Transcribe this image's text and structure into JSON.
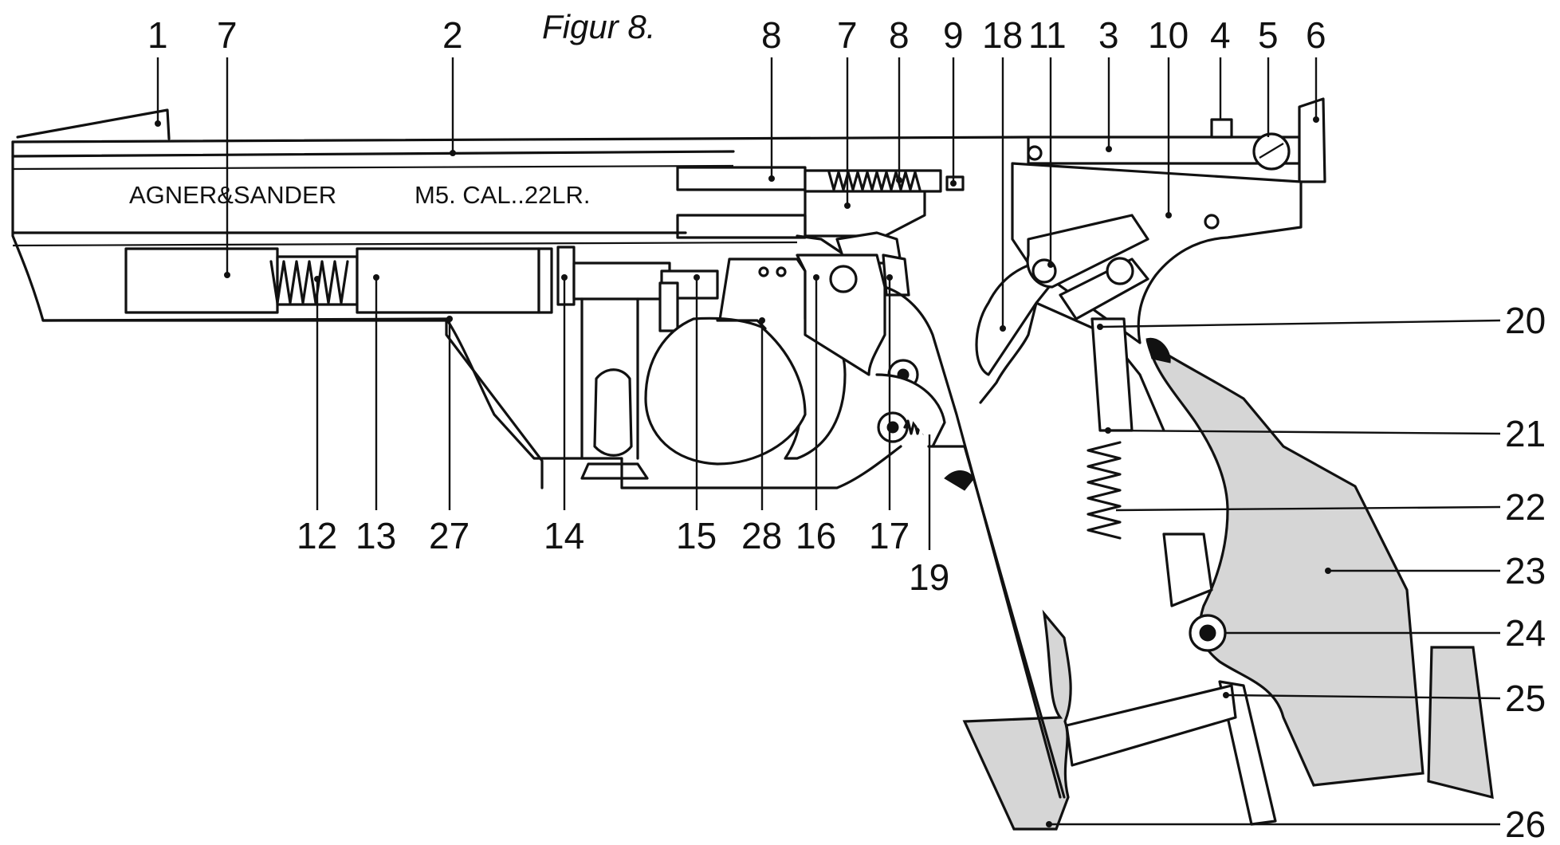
{
  "figure": {
    "title": "Figur  8.",
    "engraving_brand": "AGNER&SANDER",
    "engraving_model": "M5.  CAL..22LR."
  },
  "top_labels": [
    {
      "id": "t1",
      "text": "1"
    },
    {
      "id": "t7a",
      "text": "7"
    },
    {
      "id": "t2",
      "text": "2"
    },
    {
      "id": "t8a",
      "text": "8"
    },
    {
      "id": "t7b",
      "text": "7"
    },
    {
      "id": "t8b",
      "text": "8"
    },
    {
      "id": "t9",
      "text": "9"
    },
    {
      "id": "t18",
      "text": "18"
    },
    {
      "id": "t11",
      "text": "11"
    },
    {
      "id": "t3",
      "text": "3"
    },
    {
      "id": "t10",
      "text": "10"
    },
    {
      "id": "t4",
      "text": "4"
    },
    {
      "id": "t5",
      "text": "5"
    },
    {
      "id": "t6",
      "text": "6"
    }
  ],
  "bottom_labels": [
    {
      "id": "b12",
      "text": "12"
    },
    {
      "id": "b13",
      "text": "13"
    },
    {
      "id": "b27",
      "text": "27"
    },
    {
      "id": "b14",
      "text": "14"
    },
    {
      "id": "b15",
      "text": "15"
    },
    {
      "id": "b28",
      "text": "28"
    },
    {
      "id": "b16",
      "text": "16"
    },
    {
      "id": "b17",
      "text": "17"
    },
    {
      "id": "b19",
      "text": "19"
    }
  ],
  "right_labels": [
    {
      "id": "r20",
      "text": "20"
    },
    {
      "id": "r21",
      "text": "21"
    },
    {
      "id": "r22",
      "text": "22"
    },
    {
      "id": "r23",
      "text": "23"
    },
    {
      "id": "r24",
      "text": "24"
    },
    {
      "id": "r25",
      "text": "25"
    },
    {
      "id": "r26",
      "text": "26"
    }
  ],
  "colors": {
    "line": "#111111",
    "grip_fill": "#d6d6d6",
    "background": "#ffffff"
  }
}
